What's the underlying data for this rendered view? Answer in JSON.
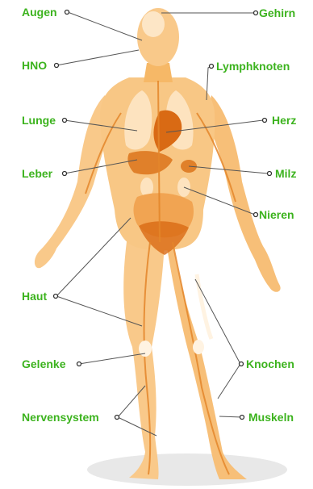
{
  "colors": {
    "label": "#3cb31e",
    "leader": "#555555",
    "skin_light": "#fbd9a8",
    "skin_mid": "#f6b867",
    "skin_dark": "#e4862a",
    "organ": "#d96a14",
    "highlight": "#fff3e2",
    "shadow": "#e6e6e6"
  },
  "labels": {
    "augen": "Augen",
    "gehirn": "Gehirn",
    "hno": "HNO",
    "lymphknoten": "Lymphknoten",
    "lunge": "Lunge",
    "herz": "Herz",
    "leber": "Leber",
    "milz": "Milz",
    "nieren": "Nieren",
    "haut": "Haut",
    "gelenke": "Gelenke",
    "knochen": "Knochen",
    "nervensystem": "Nervensystem",
    "muskeln": "Muskeln"
  }
}
